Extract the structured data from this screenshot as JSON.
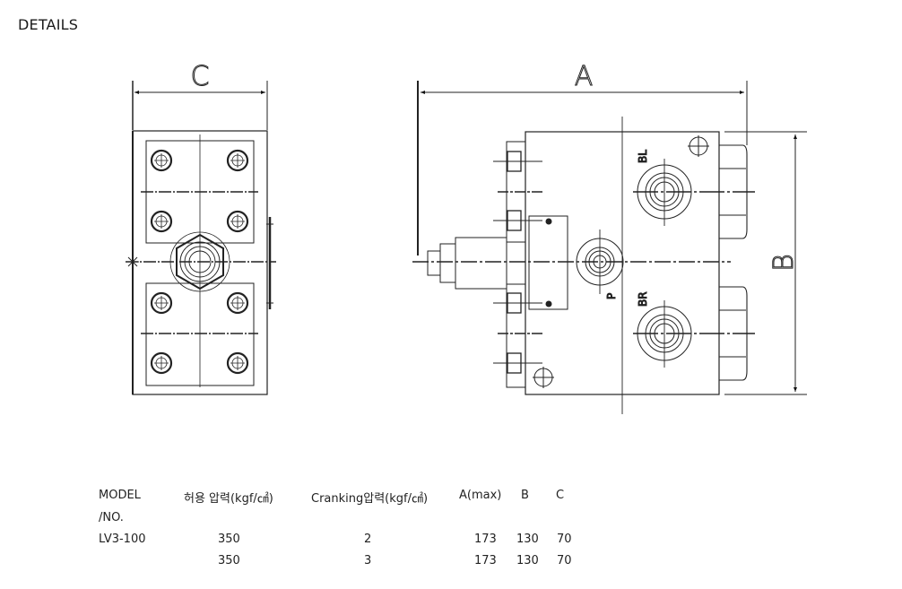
{
  "page": {
    "title": "DETAILS"
  },
  "drawing": {
    "dimension_labels": {
      "width_c": "C",
      "length_a": "A",
      "height_b": "B"
    },
    "port_labels": {
      "bl": "BL",
      "br": "BR",
      "p": "P"
    }
  },
  "spec_table": {
    "headers": {
      "model": "MODEL",
      "model_sub": "/NO.",
      "allowable_pressure": "허용 압력(kgf/㎠)",
      "cranking_pressure": "Cranking압력(kgf/㎠)",
      "a_max": "A(max)",
      "b": "B",
      "c": "C"
    },
    "rows": [
      {
        "model": "LV3-100",
        "allowable_pressure": "350",
        "cranking_pressure": "2",
        "a_max": "173",
        "b": "130",
        "c": "70"
      },
      {
        "model": "",
        "allowable_pressure": "350",
        "cranking_pressure": "3",
        "a_max": "173",
        "b": "130",
        "c": "70"
      }
    ]
  }
}
